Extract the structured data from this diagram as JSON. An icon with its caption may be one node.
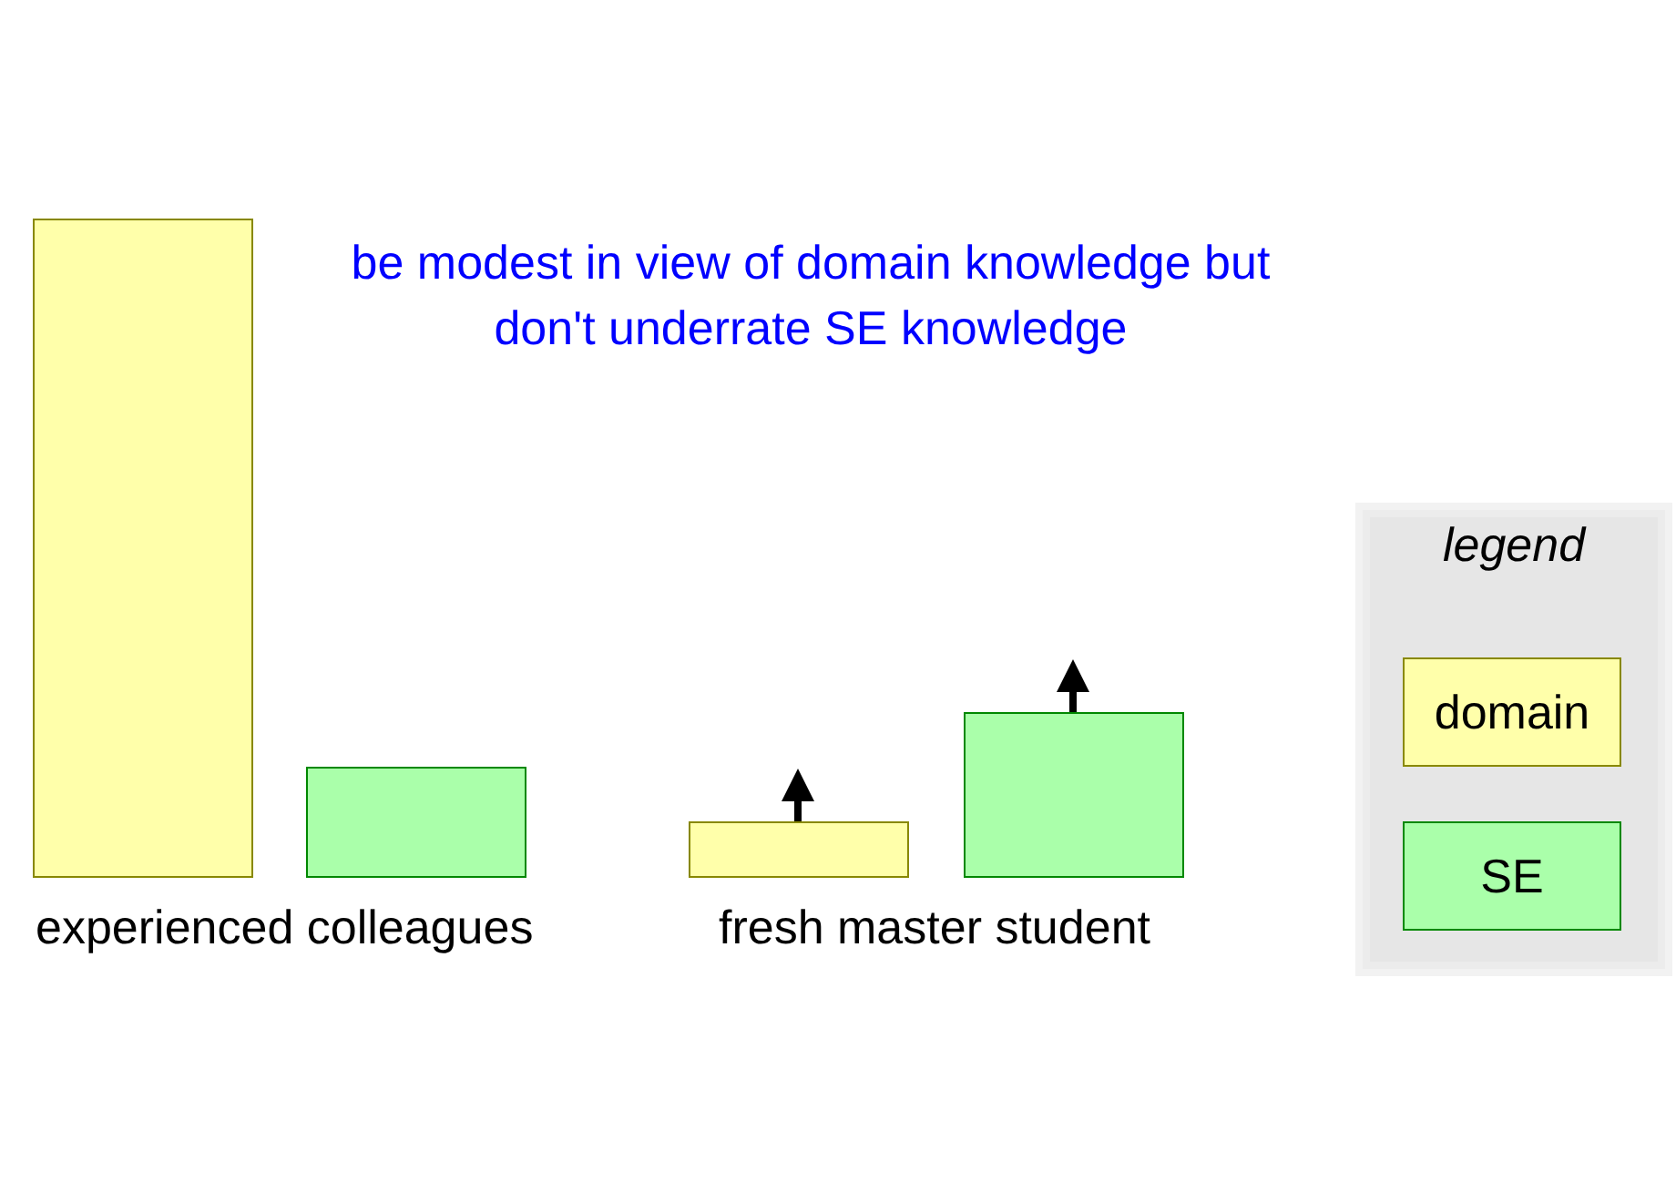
{
  "diagram": {
    "labels": [
      "be modest in view of domain knowledge but don't underrate SE knowledge",
      "experienced colleagues",
      "fresh master student",
      "legend"
    ],
    "legend": [
      {
        "text": "domain",
        "color": "#ffffaa"
      },
      {
        "text": "SE",
        "color": "#aaffaa"
      }
    ]
  }
}
